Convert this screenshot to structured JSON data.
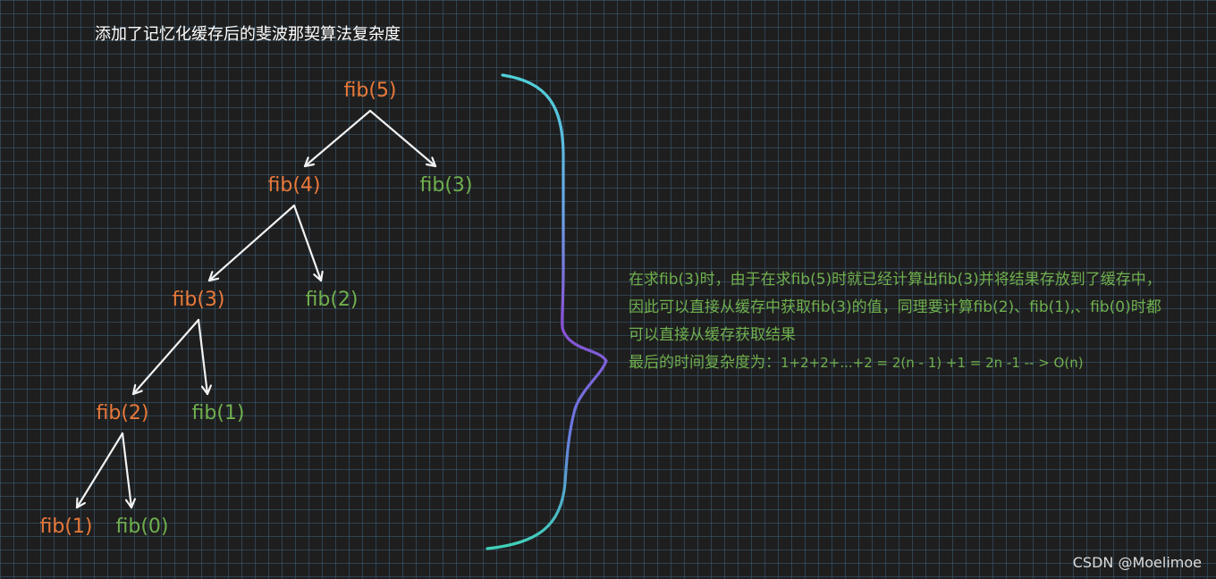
{
  "title": "添加了记忆化缓存后的斐波那契算法复杂度",
  "tree": {
    "nodes": [
      {
        "id": "n5",
        "label": "fib(5)",
        "kind": "computed"
      },
      {
        "id": "n4",
        "label": "fib(4)",
        "kind": "computed"
      },
      {
        "id": "n3r",
        "label": "fib(3)",
        "kind": "cached"
      },
      {
        "id": "n3",
        "label": "fib(3)",
        "kind": "computed"
      },
      {
        "id": "n2r",
        "label": "fib(2)",
        "kind": "cached"
      },
      {
        "id": "n2",
        "label": "fib(2)",
        "kind": "computed"
      },
      {
        "id": "n1r",
        "label": "fib(1)",
        "kind": "cached"
      },
      {
        "id": "n1",
        "label": "fib(1)",
        "kind": "computed"
      },
      {
        "id": "n0",
        "label": "fib(0)",
        "kind": "cached"
      }
    ],
    "edges": [
      [
        "n5",
        "n4"
      ],
      [
        "n5",
        "n3r"
      ],
      [
        "n4",
        "n3"
      ],
      [
        "n4",
        "n2r"
      ],
      [
        "n3",
        "n2"
      ],
      [
        "n3",
        "n1r"
      ],
      [
        "n2",
        "n1"
      ],
      [
        "n2",
        "n0"
      ]
    ]
  },
  "explanation": {
    "line1": "在求fib(3)时，由于在求fib(5)时就已经计算出fib(3)并将结果存放到了缓存中，",
    "line2": "因此可以直接从缓存中获取fib(3)的值，同理要计算fib(2)、fib(1),、fib(0)时都",
    "line3": "可以直接从缓存获取结果",
    "line4_prefix": "最后的时间复杂度为：",
    "line4_formula": "1+2+2+...+2 = 2(n - 1) +1 = 2n -1  -- > O(n)"
  },
  "colors": {
    "computed": "#e8793a",
    "cached": "#6fb04f",
    "arrow": "#f2f2f2",
    "background": "#1f1e1e",
    "grid": "#3a607a",
    "brace_top": "#4fd1d9",
    "brace_middle": "#8a4fd6"
  },
  "watermark": "CSDN @Moelimoe"
}
